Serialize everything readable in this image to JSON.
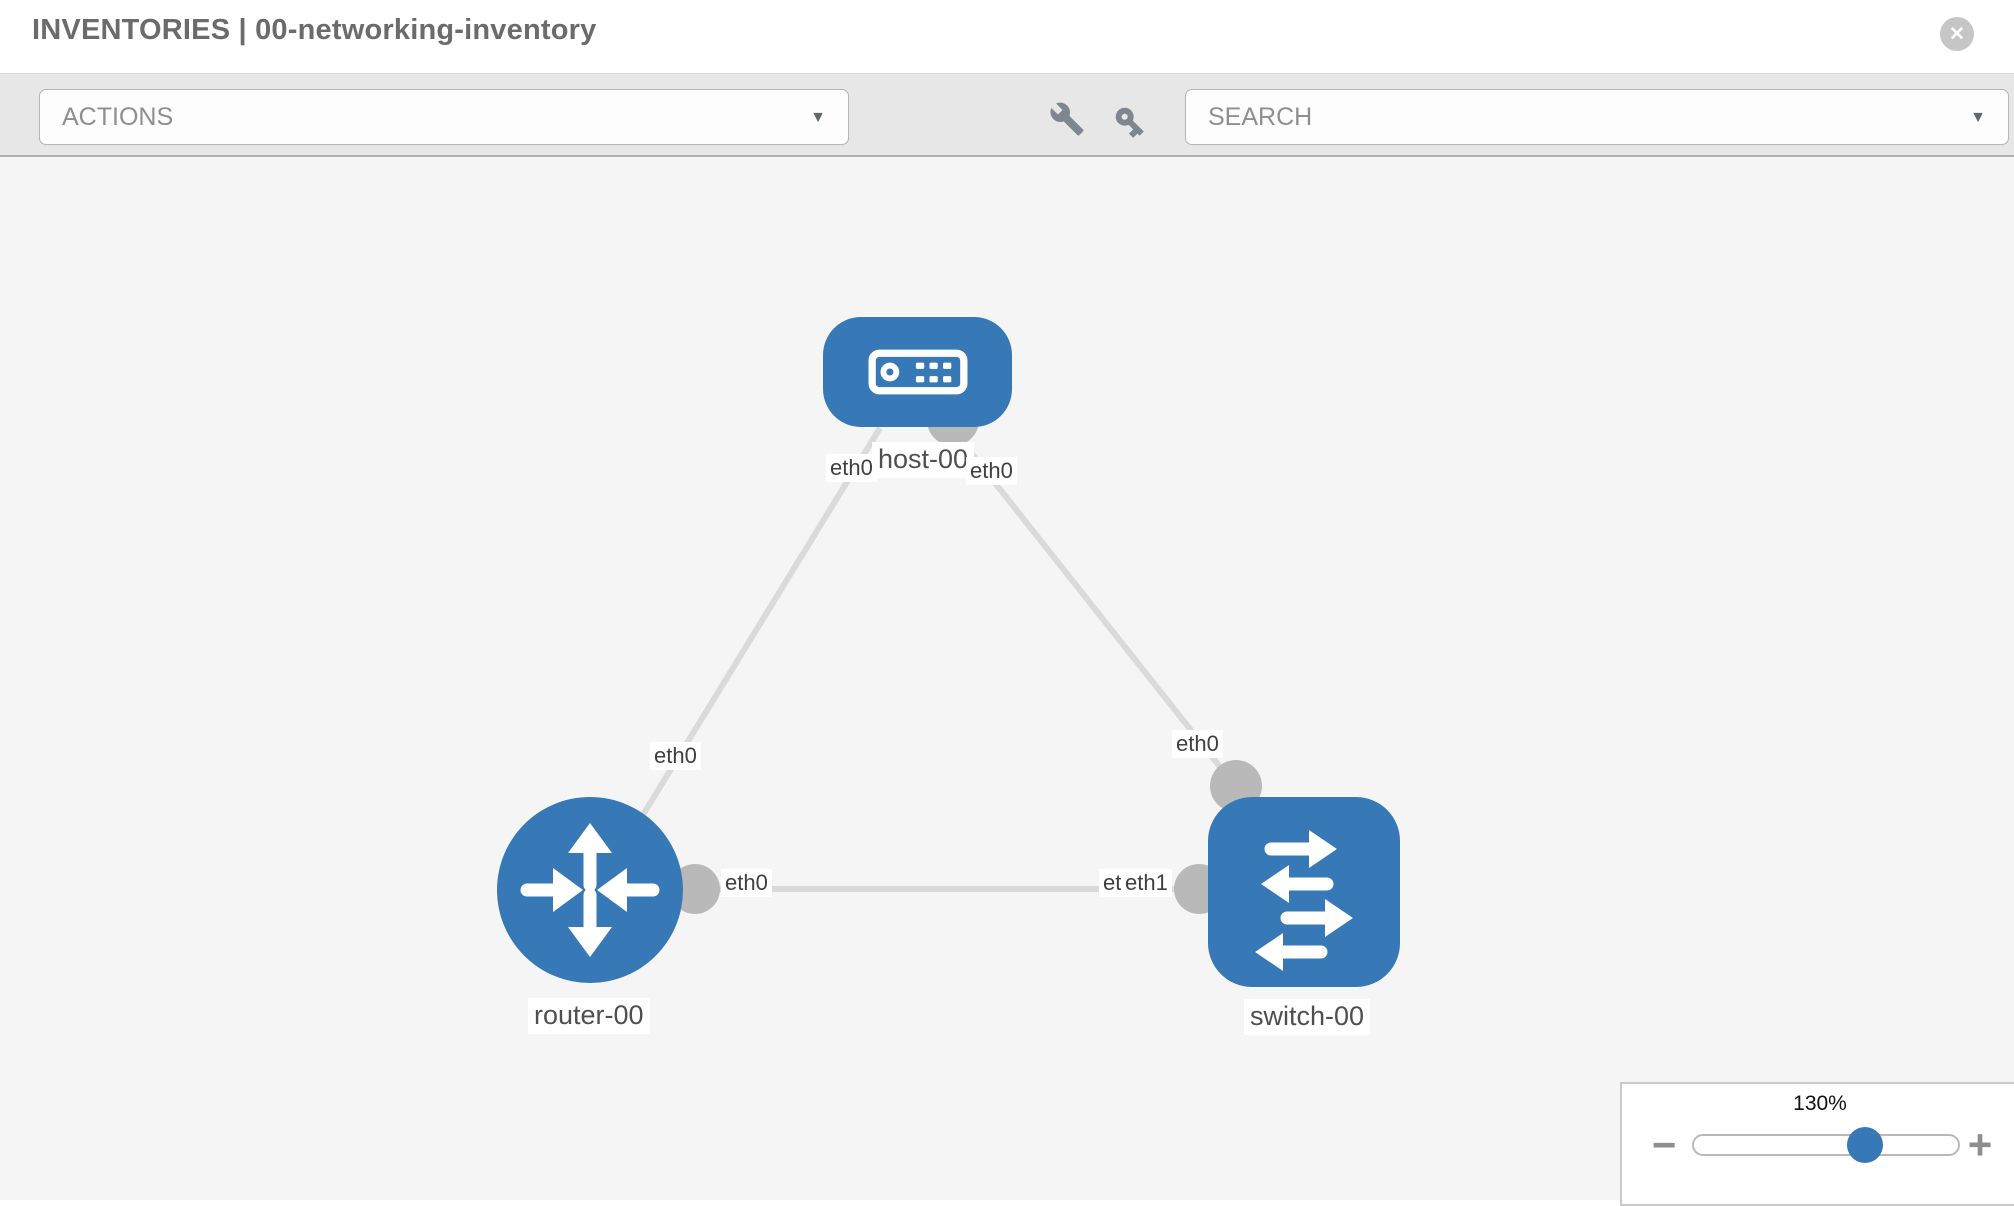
{
  "header": {
    "title": "INVENTORIES | 00-networking-inventory",
    "close_glyph": "✕"
  },
  "toolbar": {
    "actions_label": "ACTIONS",
    "search_label": "SEARCH",
    "caret_glyph": "▼",
    "icons": [
      "wrench-icon",
      "key-icon"
    ]
  },
  "topology": {
    "nodes": {
      "host": {
        "name": "host-00",
        "type": "host",
        "color": "#3778b7"
      },
      "router": {
        "name": "router-00",
        "type": "router",
        "color": "#3778b7"
      },
      "switch": {
        "name": "switch-00",
        "type": "switch",
        "color": "#3778b7"
      }
    },
    "links": [
      {
        "from": "host-00",
        "from_if": "eth0",
        "to": "router-00",
        "to_if": "eth0"
      },
      {
        "from": "host-00",
        "from_if": "eth0",
        "to": "switch-00",
        "to_if": "eth0"
      },
      {
        "from": "router-00",
        "from_if": "eth0",
        "to": "switch-00",
        "to_if": "eth1"
      }
    ],
    "interface_labels": {
      "host_left": "eth0",
      "host_right": "eth0",
      "router_top": "eth0",
      "router_right": "eth0",
      "switch_top": "eth0",
      "switch_left_hidden": "eth0",
      "switch_left": "eth1"
    },
    "link_color": "#dadada",
    "port_color": "#b9b9b9"
  },
  "zoom_control": {
    "value": "130%",
    "minus_glyph": "−",
    "plus_glyph": "+"
  }
}
